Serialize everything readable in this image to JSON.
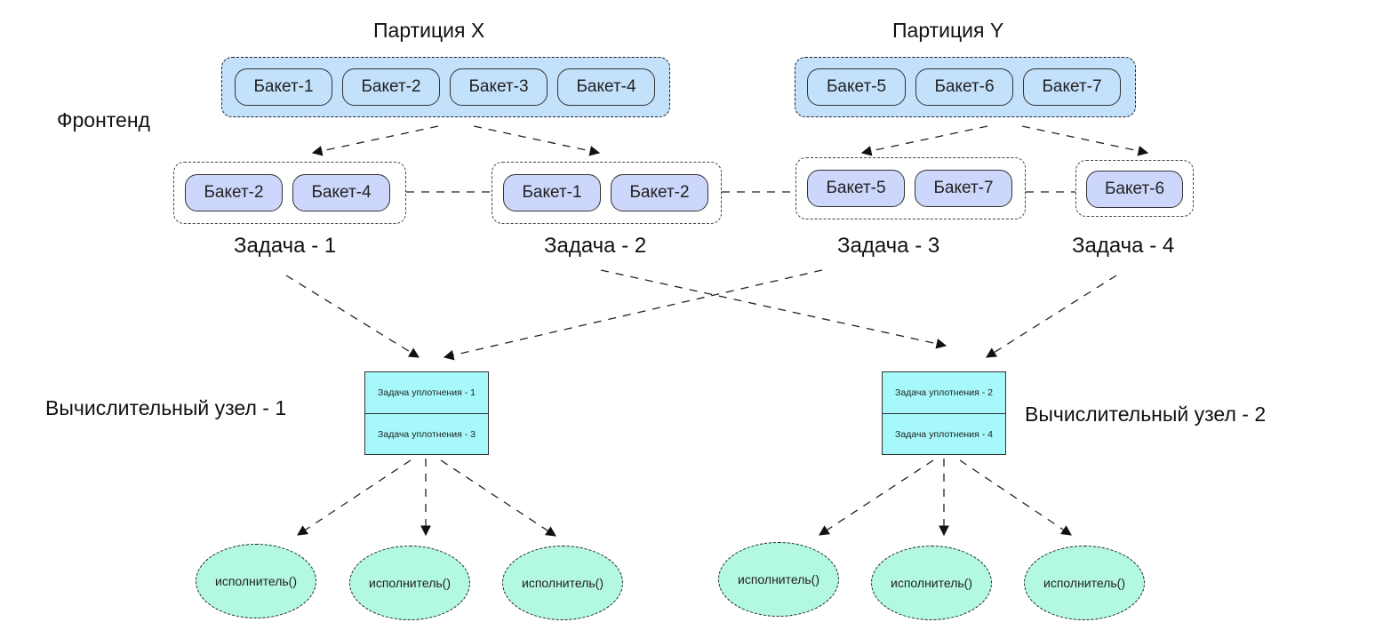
{
  "diagram": {
    "frontend_label": "Фронтенд",
    "partitions": [
      {
        "title": "Партиция X",
        "buckets": [
          "Бакет-1",
          "Бакет-2",
          "Бакет-3",
          "Бакет-4"
        ]
      },
      {
        "title": "Партиция Y",
        "buckets": [
          "Бакет-5",
          "Бакет-6",
          "Бакет-7"
        ]
      }
    ],
    "tasks": [
      {
        "label": "Задача - 1",
        "buckets": [
          "Бакет-2",
          "Бакет-4"
        ]
      },
      {
        "label": "Задача - 2",
        "buckets": [
          "Бакет-1",
          "Бакет-2"
        ]
      },
      {
        "label": "Задача - 3",
        "buckets": [
          "Бакет-5",
          "Бакет-7"
        ]
      },
      {
        "label": "Задача - 4",
        "buckets": [
          "Бакет-6"
        ]
      }
    ],
    "compute_nodes": [
      {
        "label": "Вычислительный узел - 1",
        "jobs": [
          "Задача уплотнения - 1",
          "Задача уплотнения - 3"
        ]
      },
      {
        "label": "Вычислительный узел - 2",
        "jobs": [
          "Задача уплотнения - 2",
          "Задача уплотнения - 4"
        ]
      }
    ],
    "executors": [
      "исполнитель()",
      "исполнитель()",
      "исполнитель()",
      "исполнитель()",
      "исполнитель()",
      "исполнитель()"
    ],
    "edges": [
      {
        "from": "Партиция X",
        "to": "Задача - 1"
      },
      {
        "from": "Партиция X",
        "to": "Задача - 2"
      },
      {
        "from": "Партиция Y",
        "to": "Задача - 3"
      },
      {
        "from": "Партиция Y",
        "to": "Задача - 4"
      },
      {
        "from": "Задача - 1",
        "to": "Вычислительный узел - 1"
      },
      {
        "from": "Задача - 3",
        "to": "Вычислительный узел - 1"
      },
      {
        "from": "Задача - 2",
        "to": "Вычислительный узел - 2"
      },
      {
        "from": "Задача - 4",
        "to": "Вычислительный узел - 2"
      },
      {
        "from": "Вычислительный узел - 1",
        "to": "исполнитель() ×3"
      },
      {
        "from": "Вычислительный узел - 2",
        "to": "исполнитель() ×3"
      }
    ],
    "colors": {
      "partition_fill": "#c3e1fb",
      "task_bucket_fill": "#cdd6fb",
      "node_fill": "#a6f8fb",
      "executor_fill": "#b3f8e0"
    }
  }
}
